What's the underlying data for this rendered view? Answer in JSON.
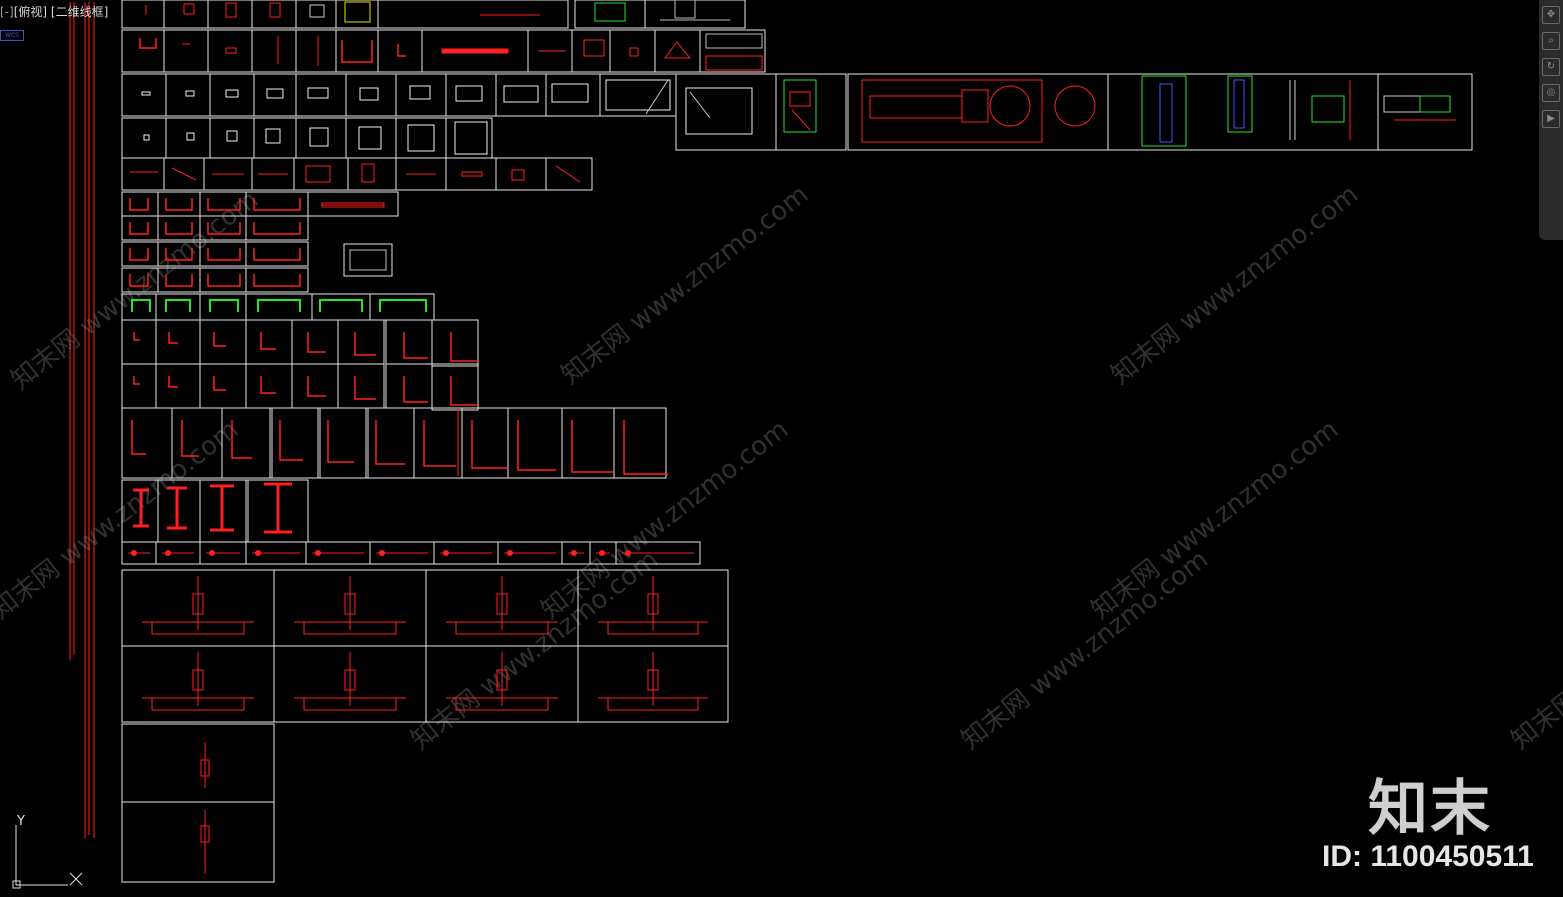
{
  "viewport": {
    "prefix": "[-]",
    "label": "[俯视] [二维线框]",
    "cube_label": "WCS"
  },
  "watermark": {
    "diag_text": "知末网 www.znzmo.com",
    "logo": "知末",
    "id_text": "ID: 1100450511"
  },
  "navbar": {
    "buttons": [
      "pan-icon",
      "zoom-icon",
      "orbit-icon",
      "steering-wheel-icon",
      "showmotion-icon"
    ]
  },
  "ucs": {
    "x_label": "X",
    "y_label": "Y"
  },
  "colors": {
    "background": "#000000",
    "frame": "#e6e6e6",
    "red": "#ff2020",
    "green": "#22e622",
    "blue": "#3a58ff",
    "yellow": "#e6e600"
  }
}
